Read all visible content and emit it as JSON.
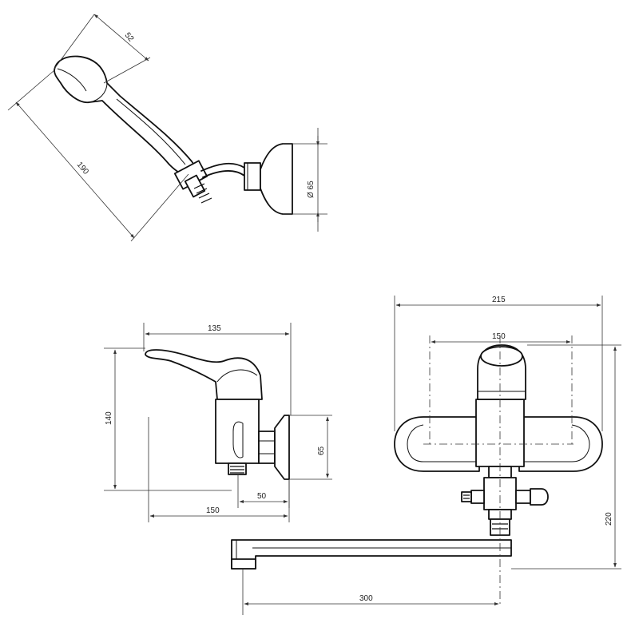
{
  "dimensions": {
    "showerhead_width": "52",
    "shower_length": "190",
    "holder_diameter": "Ø 65",
    "mixer_top_width": "215",
    "mixer_inner_width": "150",
    "mixer_height": "220",
    "spout_length": "300",
    "side_width": "135",
    "side_height": "140",
    "side_flange": "65",
    "side_depth": "150",
    "side_outlet": "50"
  },
  "colors": {
    "line": "#111111",
    "background": "#ffffff"
  }
}
